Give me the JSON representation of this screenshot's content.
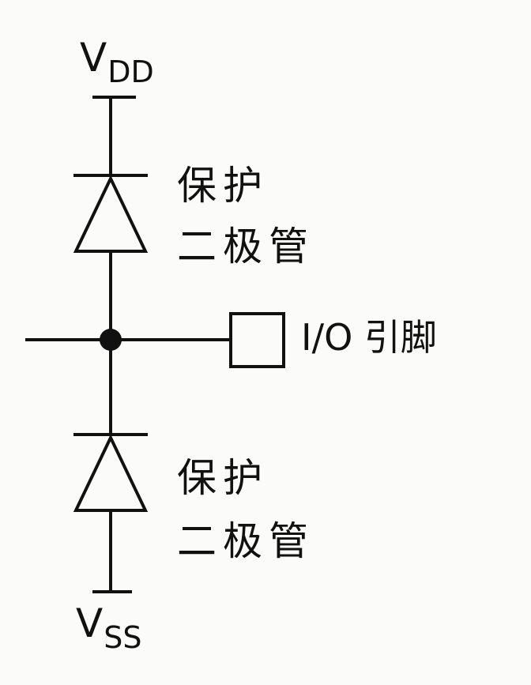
{
  "supply_top": {
    "main": "V",
    "sub": "DD"
  },
  "supply_bottom": {
    "main": "V",
    "sub": "SS"
  },
  "diode_top": {
    "line1": "保护",
    "line2": "二极管"
  },
  "diode_bottom": {
    "line1": "保护",
    "line2": "二极管"
  },
  "pin_label": "I/O 引脚",
  "colors": {
    "stroke": "#111111",
    "background": "#fbfbf9"
  }
}
